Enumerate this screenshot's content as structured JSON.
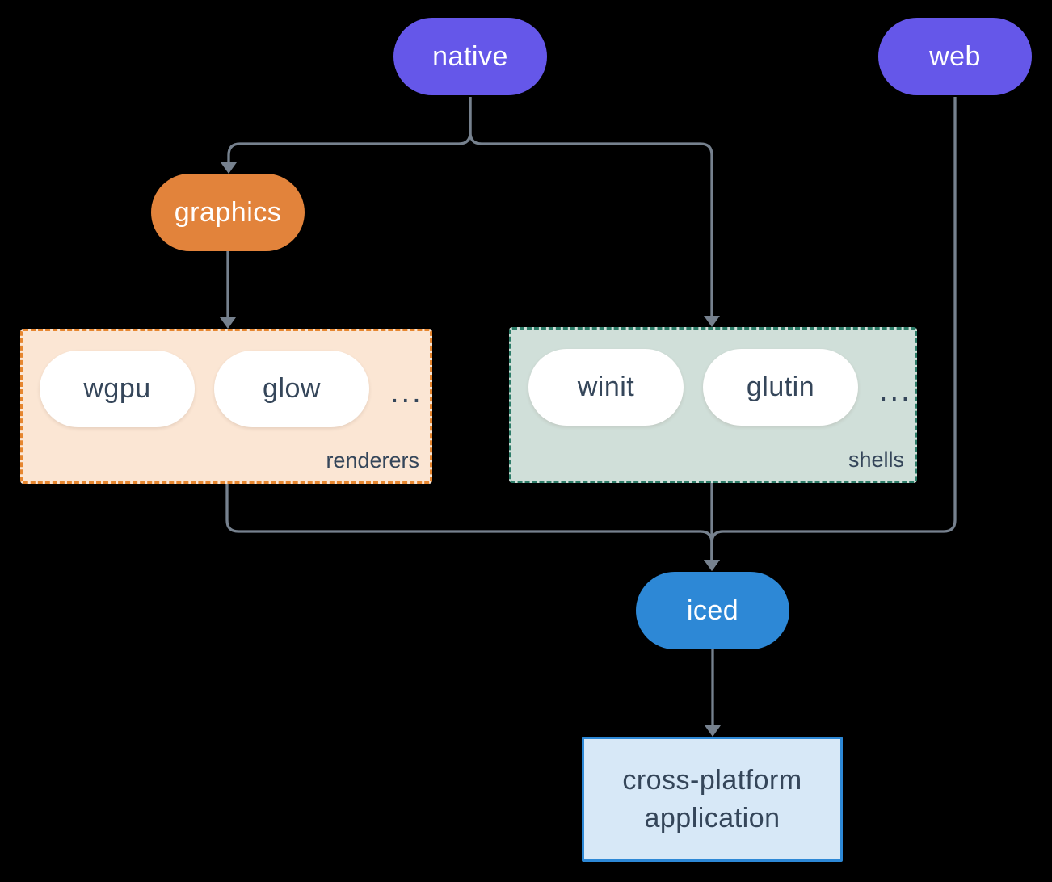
{
  "nodes": {
    "native": "native",
    "web": "web",
    "graphics": "graphics",
    "iced": "iced",
    "application": "cross-platform application"
  },
  "groups": {
    "renderers": {
      "label": "renderers",
      "items": [
        "wgpu",
        "glow"
      ],
      "ellipsis": "..."
    },
    "shells": {
      "label": "shells",
      "items": [
        "winit",
        "glutin"
      ],
      "ellipsis": "..."
    }
  },
  "edges": [
    {
      "from": "native",
      "to": "graphics"
    },
    {
      "from": "native",
      "to": "shells"
    },
    {
      "from": "graphics",
      "to": "renderers"
    },
    {
      "from": "renderers",
      "to": "iced"
    },
    {
      "from": "shells",
      "to": "iced"
    },
    {
      "from": "web",
      "to": "iced"
    },
    {
      "from": "iced",
      "to": "application"
    }
  ],
  "colors": {
    "background": "#000000",
    "node_purple": "#6557e9",
    "node_orange": "#e2833b",
    "node_blue": "#2d88d6",
    "pill_text": "#ffffff",
    "white_pill_bg": "#ffffff",
    "dark_text": "#35465a",
    "renderers_bg": "#fbe6d4",
    "renderers_border": "#e6862f",
    "shells_bg": "#d0dfd9",
    "shells_border": "#2d7c68",
    "application_bg": "#d7e8f7",
    "application_border": "#2d88d6",
    "edge": "#76818e"
  }
}
